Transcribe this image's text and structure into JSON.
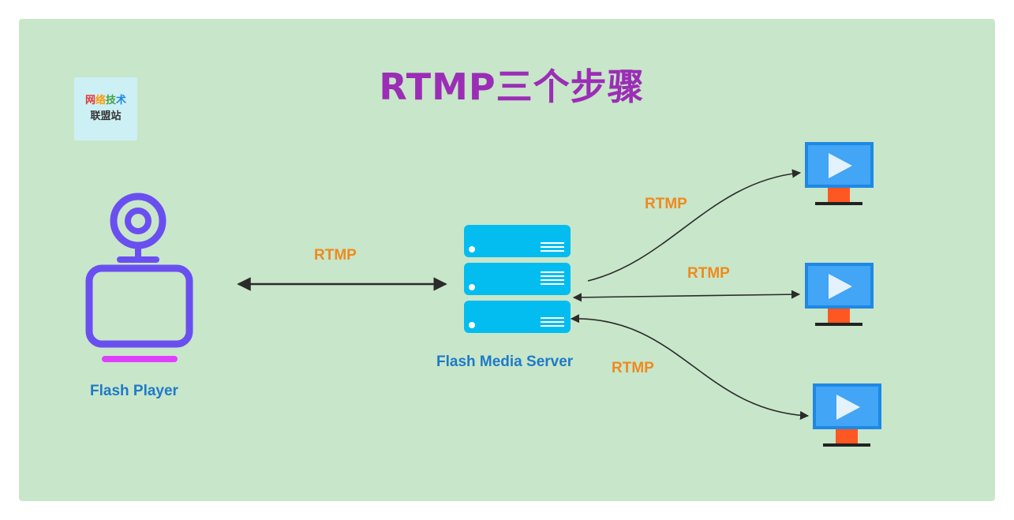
{
  "title": "RTMP三个步骤",
  "logo": {
    "line1": [
      "网",
      "络",
      "技",
      "术"
    ],
    "line2": [
      "联",
      "盟",
      "站"
    ]
  },
  "nodes": {
    "player_label": "Flash Player",
    "server_label": "Flash Media Server"
  },
  "edges": {
    "player_server_label": "RTMP",
    "server_client1_label": "RTMP",
    "server_client2_label": "RTMP",
    "server_client3_label": "RTMP"
  },
  "colors": {
    "background": "#c8e6c9",
    "title": "#9b2db6",
    "node_label": "#1f7ac8",
    "edge_label": "#ee8a1e",
    "player_icon": "#6a4ff0",
    "player_stand": "#e040fb",
    "server": "#03bdf1",
    "monitor": "#1e88e5",
    "monitor_stand": "#ff5722"
  },
  "icons": {
    "player": "webcam-computer-icon",
    "server": "server-rack-icon",
    "client": "video-monitor-icon"
  }
}
